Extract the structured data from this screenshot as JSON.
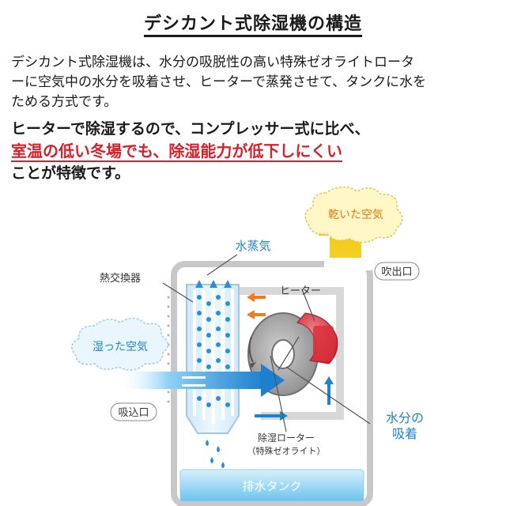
{
  "title": "デシカント式除湿機の構造",
  "description": {
    "line1": "デシカント式除湿機は、水分の吸脱性の高い特殊ゼオライトロータ",
    "line2": "ーに空気中の水分を吸着させ、ヒーターで蒸発させて、タンクに水を",
    "line3": "ためる方式です。"
  },
  "feature": {
    "line1": "ヒーターで除湿するので、コンプレッサー式に比べ、",
    "highlight": "室温の低い冬場でも、除湿能力が低下しにくい",
    "line3": "ことが特徴です。"
  },
  "diagram": {
    "dry_air": "乾いた空気",
    "outlet": "吹出口",
    "vapor": "水蒸気",
    "heat_exchanger": "熱交換器",
    "heater": "ヒーター",
    "humid_air": "湿った空気",
    "inlet": "吸込口",
    "rotor_line1": "除湿ローター",
    "rotor_line2": "（特殊ゼオライト）",
    "absorb_line1": "水分の",
    "absorb_line2": "吸着",
    "tank": "排水タンク"
  },
  "colors": {
    "accent_red": "#d6202a",
    "label_blue": "#1e84c8",
    "airflow_blue": "#2a8fd8",
    "dry_air_yellow": "#f5d11c",
    "heater_red": "#d8303a"
  }
}
